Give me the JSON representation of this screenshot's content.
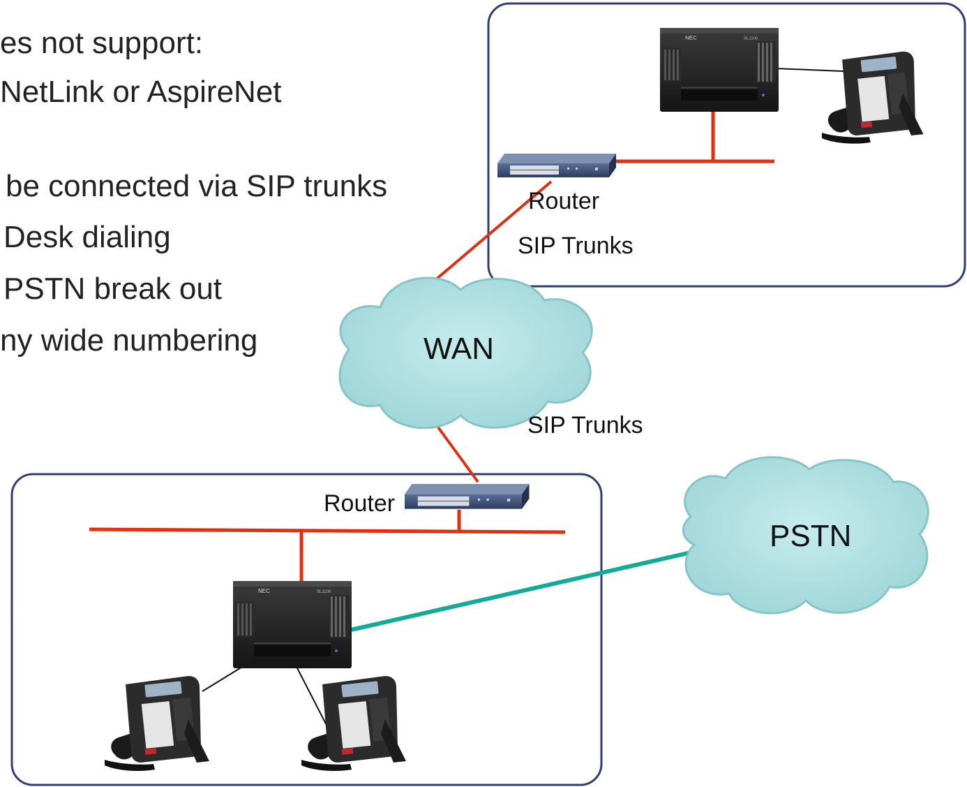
{
  "bullets": [
    "es not support:",
    "NetLink or AspireNet",
    "be connected via SIP trunks",
    "Desk dialing",
    "PSTN break out",
    "ny wide numbering"
  ],
  "top_site": {
    "router_label": "Router",
    "trunk_label": "SIP Trunks"
  },
  "wan": {
    "label": "WAN",
    "trunk_label": "SIP Trunks"
  },
  "bottom_site": {
    "router_label": "Router"
  },
  "pstn": {
    "label": "PSTN"
  },
  "device_brand": "NEC",
  "device_model": "SL1100",
  "colors": {
    "lan_line": "#e0300f",
    "pstn_line": "#13aa98",
    "site_border": "#2f3d72",
    "cloud_fill": "#a9dcde",
    "cloud_stroke": "#86c4c8"
  }
}
